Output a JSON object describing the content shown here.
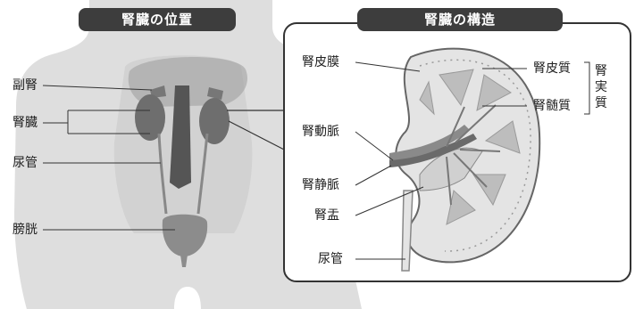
{
  "titles": {
    "left": "腎臓の位置",
    "right": "腎臓の構造"
  },
  "left_labels": {
    "adrenal": "副腎",
    "kidney": "腎臓",
    "ureter": "尿管",
    "bladder": "膀胱"
  },
  "right_labels": {
    "renal_capsule": "腎皮膜",
    "renal_artery": "腎動脈",
    "renal_vein": "腎静脈",
    "renal_pelvis": "腎盂",
    "ureter": "尿管",
    "renal_cortex": "腎皮質",
    "renal_medulla": "腎髄質",
    "parenchyma": [
      "腎",
      "実",
      "質"
    ]
  }
}
